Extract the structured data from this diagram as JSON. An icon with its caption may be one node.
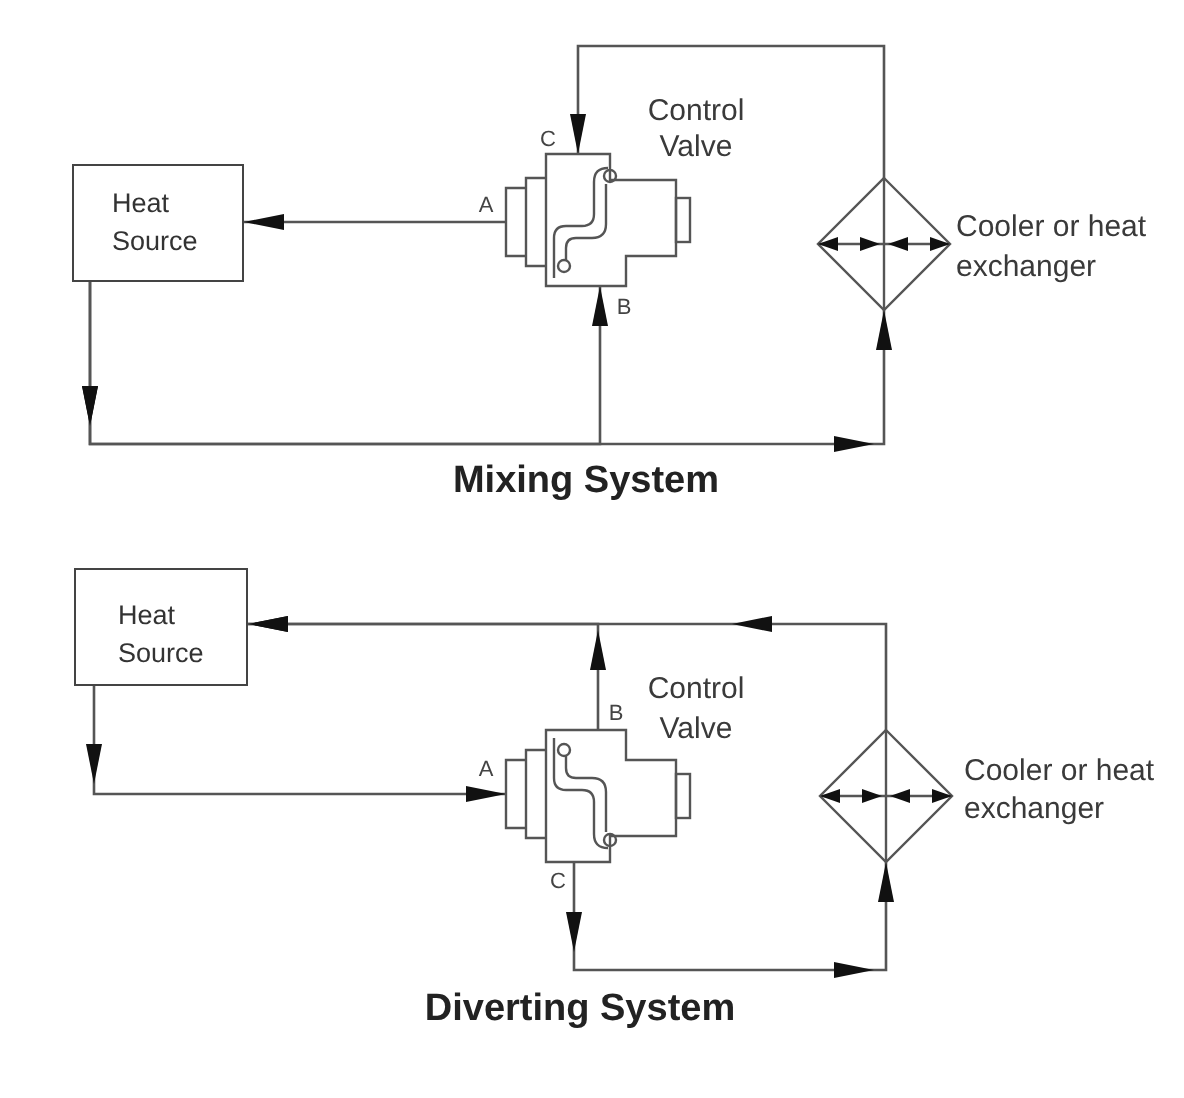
{
  "diagram": {
    "nodes": [
      {
        "text": [
          "Heat Source"
        ]
      },
      {
        "text": [],
        "shape": "picture",
        "beside": [
          "Control Valve"
        ]
      },
      {
        "text": [],
        "shape": "diamond",
        "beside": [
          "Cooler or heat exchanger"
        ]
      },
      {
        "text": [
          "Heat Source"
        ]
      },
      {
        "text": [],
        "shape": "picture",
        "beside": [
          "Control Valve"
        ]
      },
      {
        "text": [],
        "shape": "diamond",
        "beside": [
          "Cooler or heat exchanger"
        ]
      }
    ],
    "edges": [
      {
        "from": 1,
        "to": 0,
        "arrow": "to"
      },
      {
        "from": 0,
        "to": 2,
        "arrow": "to"
      },
      {
        "from": 0,
        "to": 1,
        "arrow": "to"
      },
      {
        "from": 2,
        "to": 1,
        "arrow": "to"
      },
      {
        "from": 3,
        "to": 4,
        "arrow": "to"
      },
      {
        "from": 4,
        "to": 3,
        "arrow": "to"
      },
      {
        "from": 5,
        "to": 3,
        "arrow": "to"
      },
      {
        "from": 4,
        "to": 5,
        "arrow": "to"
      }
    ],
    "labels": [
      "C",
      "A",
      "B",
      "Mixing System",
      "B",
      "A",
      "C",
      "Diverting System"
    ]
  }
}
